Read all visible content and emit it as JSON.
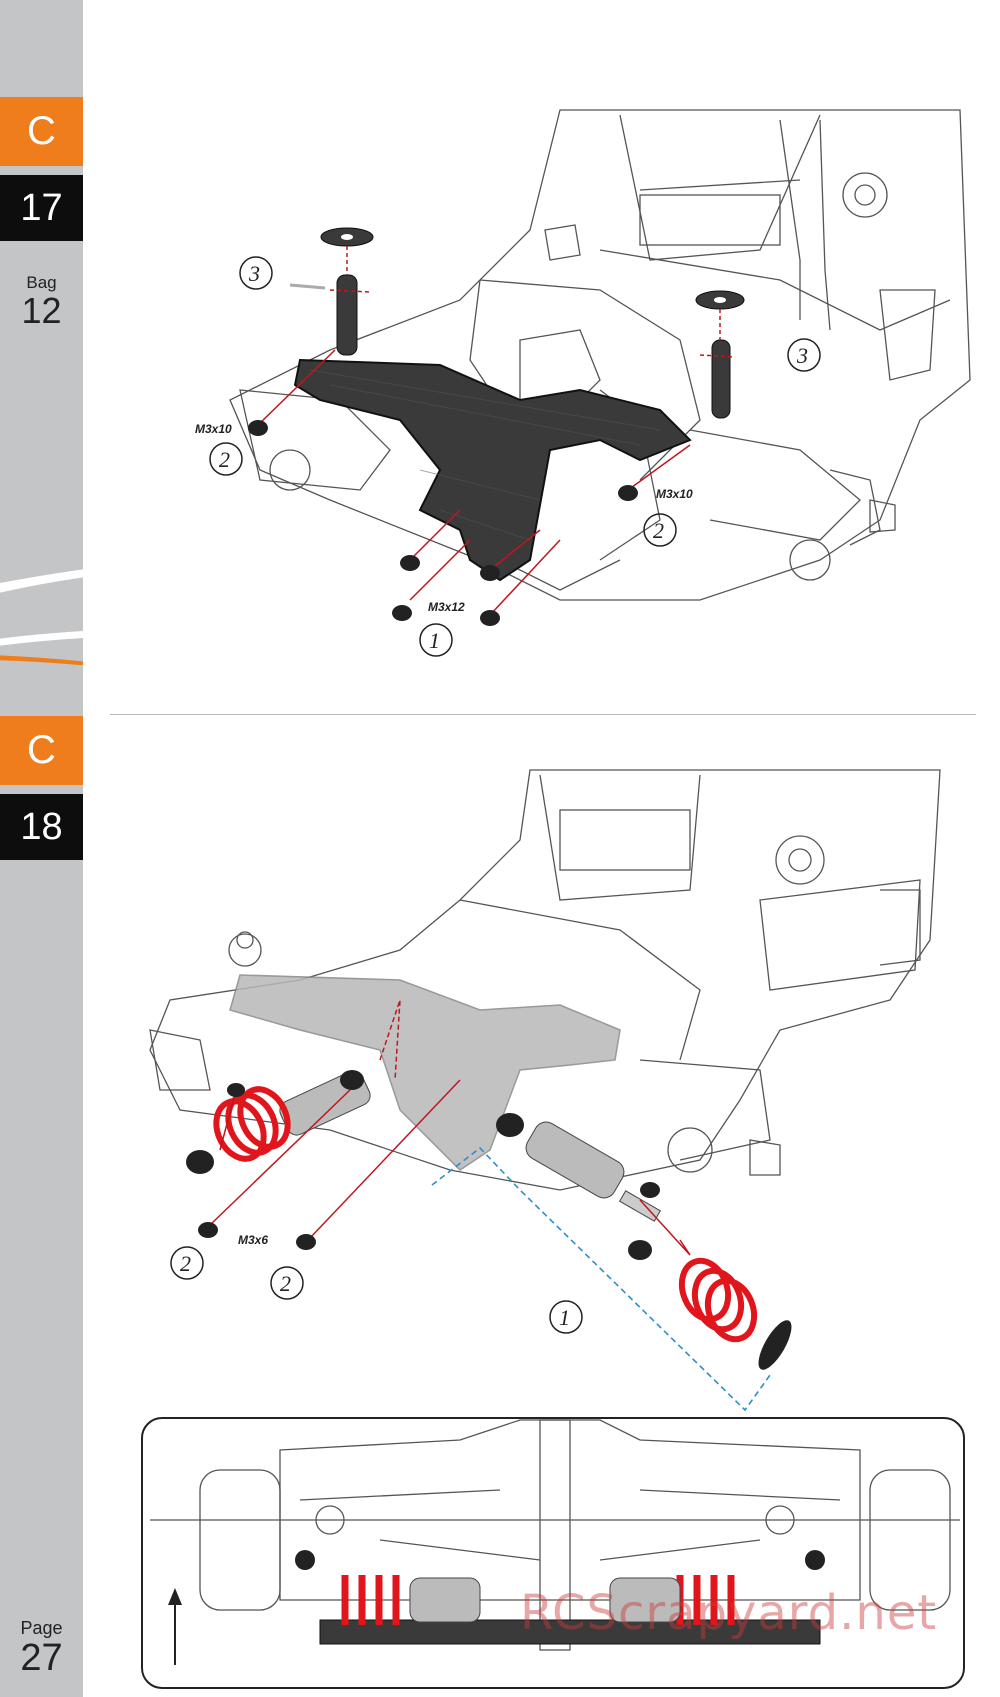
{
  "sidebar": {
    "steps": [
      {
        "letter": "C",
        "number": "17"
      },
      {
        "letter": "C",
        "number": "18"
      }
    ],
    "bag": {
      "label": "Bag",
      "number": "12"
    },
    "page": {
      "label": "Page",
      "number": "27"
    }
  },
  "step17": {
    "labels": {
      "screw_left": "M3x10",
      "screw_right": "M3x10",
      "screw_bottom": "M3x12"
    },
    "callouts": [
      "3",
      "2",
      "3",
      "2",
      "1"
    ]
  },
  "step18": {
    "labels": {
      "screw": "M3x6"
    },
    "callouts": [
      "2",
      "2",
      "1"
    ]
  },
  "watermark": "RCScrapyard.net",
  "colors": {
    "accent": "#f07d1b",
    "dark": "#0d0d0d",
    "sidebar": "#c4c5c7",
    "spring": "#e0161c",
    "carbon": "#3a3a3a"
  }
}
